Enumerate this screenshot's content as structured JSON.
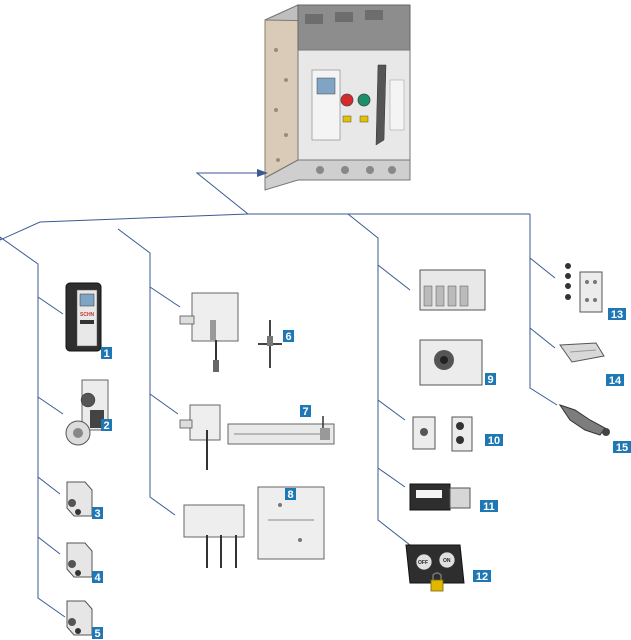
{
  "diagram": {
    "main_unit": {
      "name": "air-circuit-breaker",
      "front_button_colors": {
        "off": "#d62b2b",
        "on": "#1a8f6a"
      },
      "brand_color": "#c0392b"
    },
    "badge_color": "#1f78b4",
    "line_color": "#3a5a92",
    "accessories": [
      {
        "number": "1",
        "part": "trip-unit-controller"
      },
      {
        "number": "2",
        "part": "motor-operator"
      },
      {
        "number": "3",
        "part": "shunt-release-coil"
      },
      {
        "number": "4",
        "part": "closing-release-coil"
      },
      {
        "number": "5",
        "part": "undervoltage-release-coil"
      },
      {
        "number": "6",
        "part": "mechanical-interlock-single-cable"
      },
      {
        "number": "7",
        "part": "mechanical-interlock-rod"
      },
      {
        "number": "8",
        "part": "mechanical-interlock-multi-cable"
      },
      {
        "number": "9",
        "part": "auxiliary-contact-block"
      },
      {
        "number": "10",
        "part": "position-switches"
      },
      {
        "number": "11",
        "part": "operation-counter"
      },
      {
        "number": "12",
        "part": "padlock-cover"
      },
      {
        "number": "13",
        "part": "key-lock-set"
      },
      {
        "number": "14",
        "part": "terminal-cover"
      },
      {
        "number": "15",
        "part": "rail-lock-bracket"
      }
    ],
    "controller_brand": "SCHN",
    "padlock_cover_knobs": [
      "OFF",
      "ON"
    ]
  }
}
